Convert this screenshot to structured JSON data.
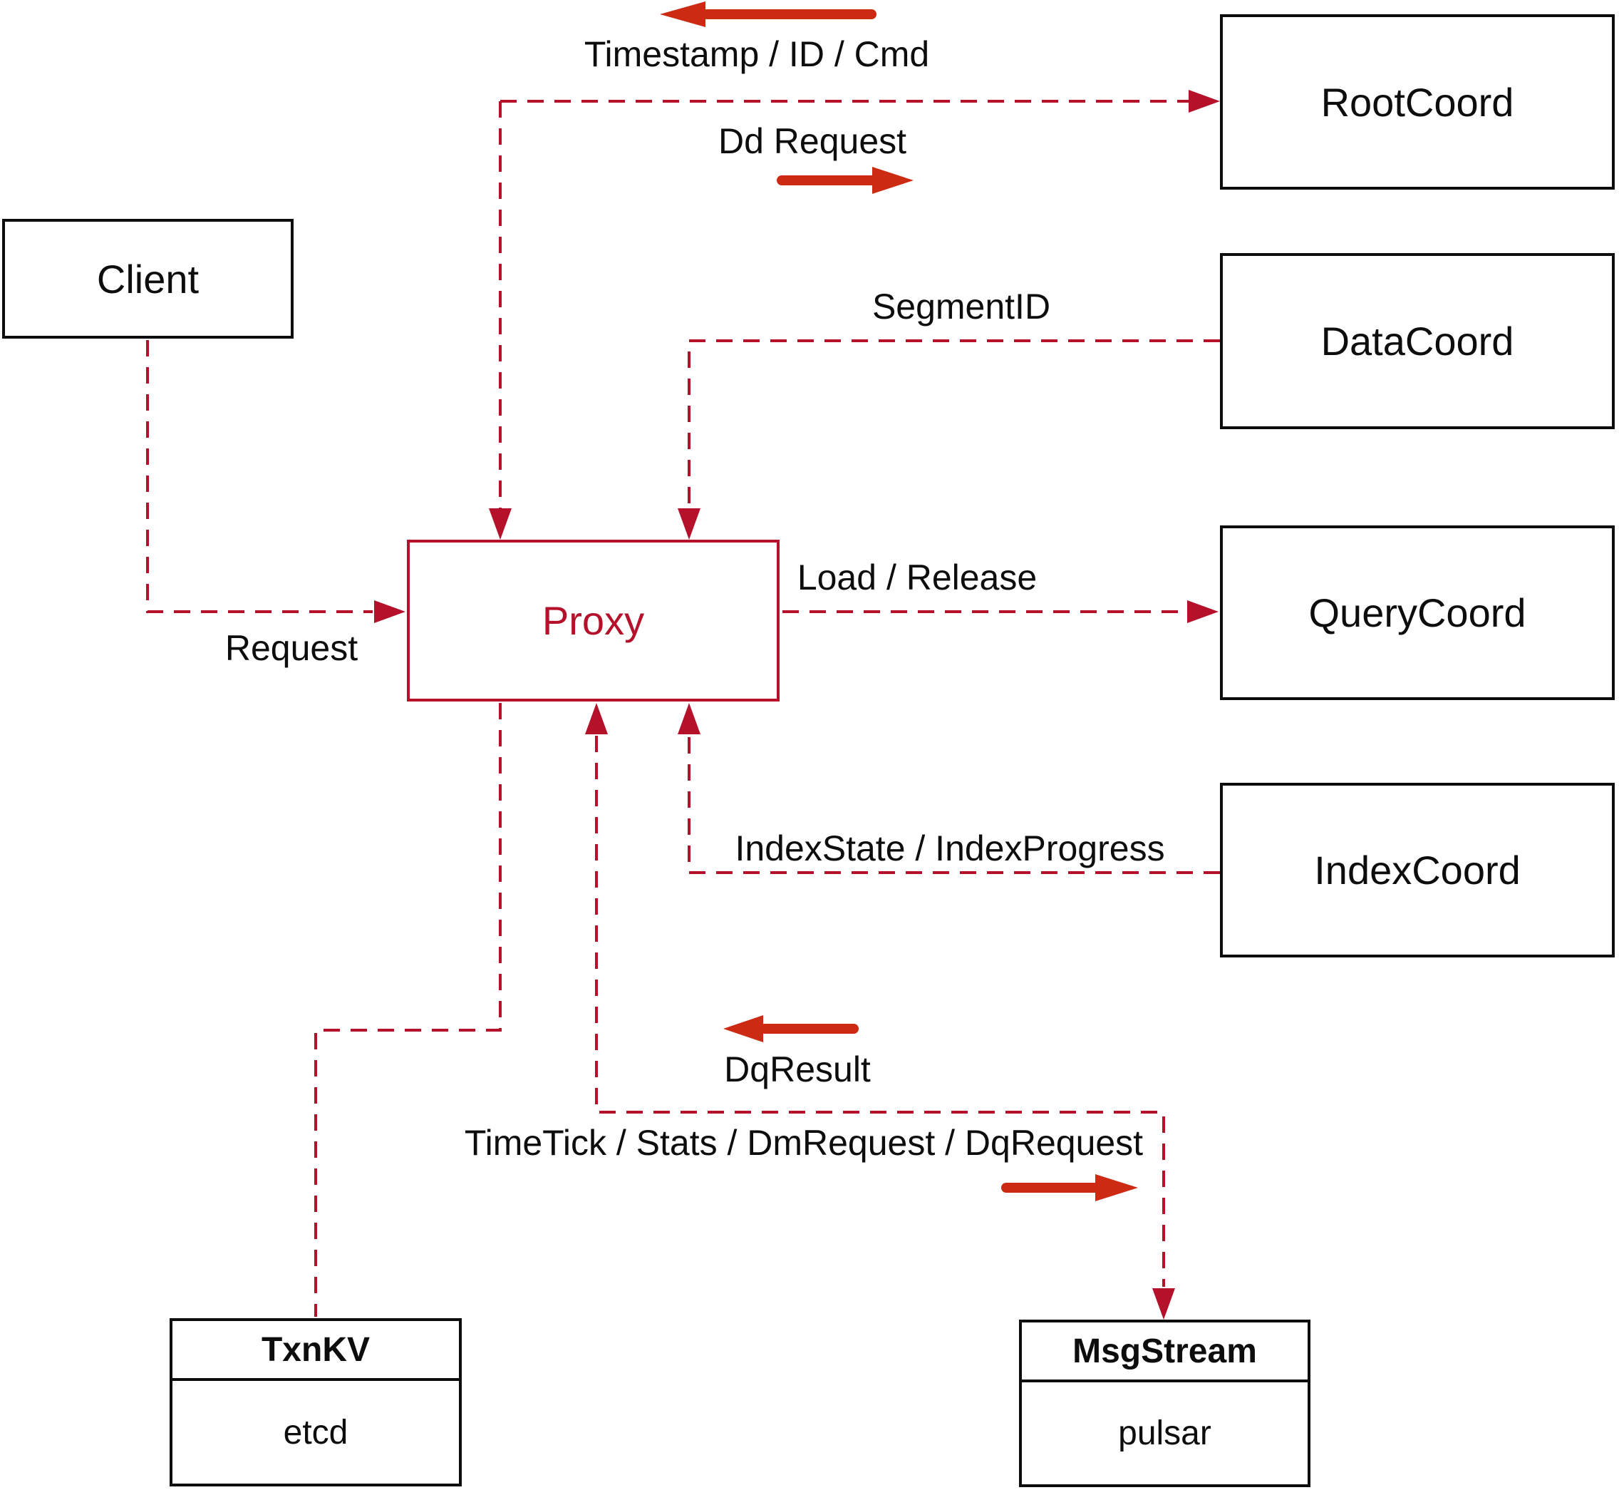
{
  "diagram": {
    "colors": {
      "connector_red": "#b5112b",
      "annotation_arrow_red": "#cd2a13",
      "text_black": "#0d0d0d",
      "background": "#ffffff"
    },
    "nodes": {
      "client": {
        "label": "Client"
      },
      "proxy": {
        "label": "Proxy"
      },
      "rootcoord": {
        "label": "RootCoord"
      },
      "datacoord": {
        "label": "DataCoord"
      },
      "querycoord": {
        "label": "QueryCoord"
      },
      "indexcoord": {
        "label": "IndexCoord"
      },
      "txnkv": {
        "title": "TxnKV",
        "subtitle": "etcd"
      },
      "msgstream": {
        "title": "MsgStream",
        "subtitle": "pulsar"
      }
    },
    "edge_labels": {
      "timestamp": "Timestamp / ID / Cmd",
      "dd_request": "Dd Request",
      "segment_id": "SegmentID",
      "request": "Request",
      "load_release": "Load / Release",
      "index_state": "IndexState / IndexProgress",
      "dq_result": "DqResult",
      "timetick": "TimeTick / Stats / DmRequest / DqRequest"
    }
  }
}
